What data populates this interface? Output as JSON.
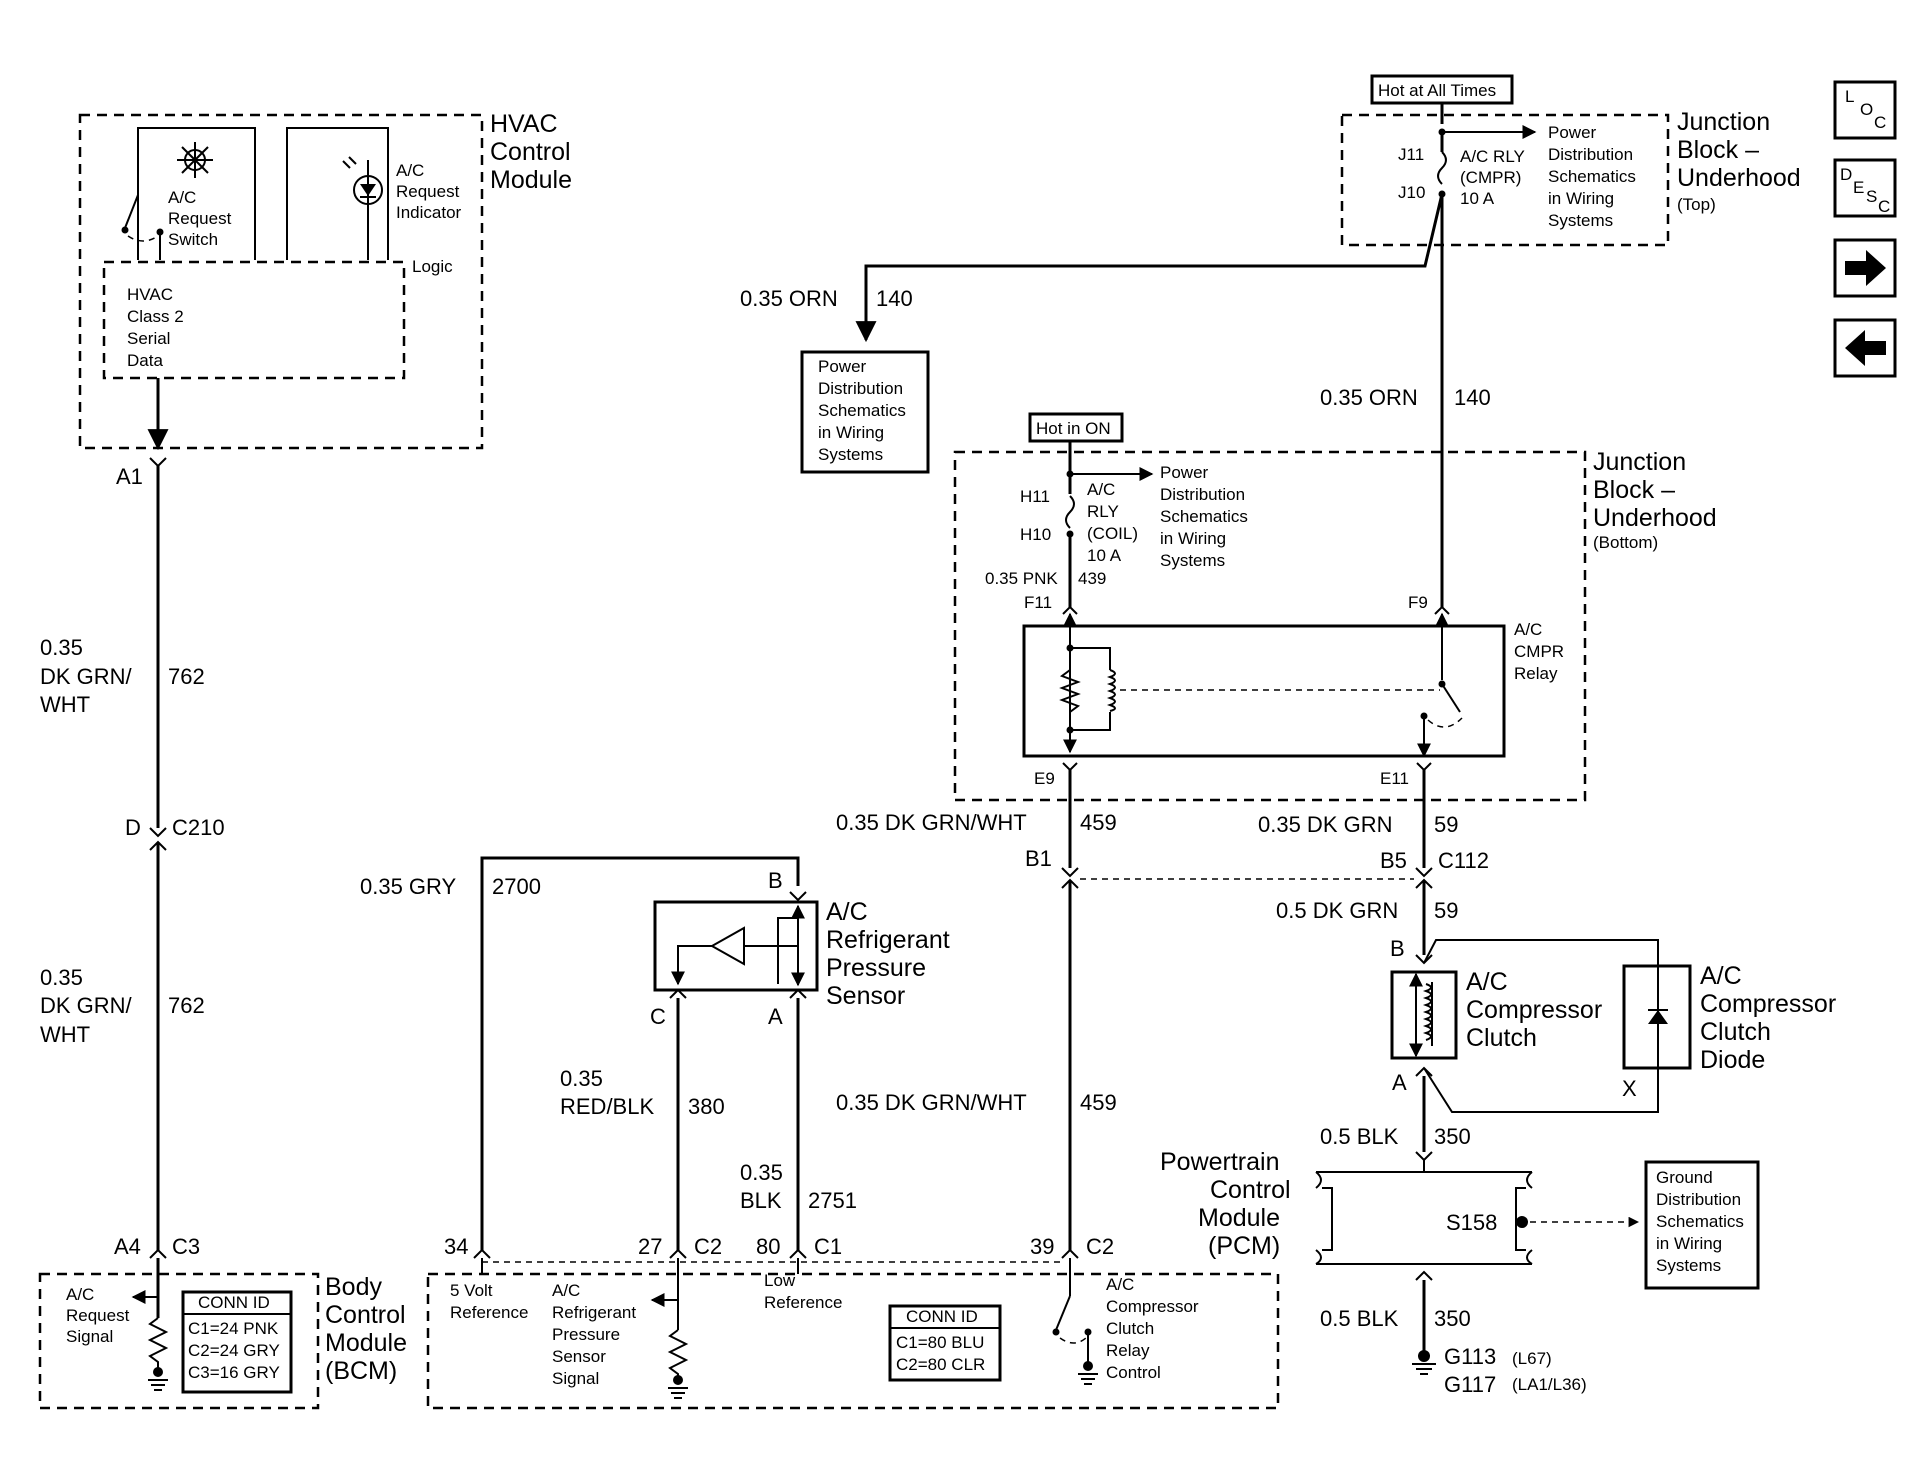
{
  "nav": {
    "loc": [
      "L",
      "O",
      "C"
    ],
    "desc": [
      "D",
      "E",
      "S",
      "C"
    ]
  },
  "hvac": {
    "title": [
      "HVAC",
      "Control",
      "Module"
    ],
    "switch_label": [
      "A/C",
      "Request",
      "Switch"
    ],
    "indicator_label": [
      "A/C",
      "Request",
      "Indicator"
    ],
    "logic": "Logic",
    "serial_label": [
      "HVAC",
      "Class 2",
      "Serial",
      "Data"
    ]
  },
  "left_wire": {
    "a1": "A1",
    "upper_label": [
      "0.35",
      "DK GRN/",
      "WHT"
    ],
    "upper_circuit": "762",
    "d_pin": "D",
    "c210": "C210",
    "lower_label": [
      "0.35",
      "DK GRN/",
      "WHT"
    ],
    "lower_circuit": "762",
    "a4": "A4",
    "c3": "C3"
  },
  "bcm": {
    "title": [
      "Body",
      "Control",
      "Module",
      "(BCM)"
    ],
    "signal": [
      "A/C",
      "Request",
      "Signal"
    ],
    "conn_id_title": "CONN ID",
    "conn_ids": [
      "C1=24 PNK",
      "C2=24 GRY",
      "C3=16 GRY"
    ]
  },
  "jb_top": {
    "hot": "Hot at All Times",
    "title": [
      "Junction",
      "Block –",
      "Underhood"
    ],
    "sub": "(Top)",
    "j11": "J11",
    "j10": "J10",
    "fuse": [
      "A/C RLY",
      "(CMPR)",
      "10 A"
    ],
    "pd": [
      "Power",
      "Distribution",
      "Schematics",
      "in Wiring",
      "Systems"
    ]
  },
  "orn_left": {
    "label": "0.35 ORN",
    "circuit": "140"
  },
  "pd_box": [
    "Power",
    "Distribution",
    "Schematics",
    "in Wiring",
    "Systems"
  ],
  "orn_right": {
    "label": "0.35 ORN",
    "circuit": "140"
  },
  "jb_bottom": {
    "hot": "Hot in ON",
    "title": [
      "Junction",
      "Block –",
      "Underhood"
    ],
    "sub": "(Bottom)",
    "h11": "H11",
    "h10": "H10",
    "fuse": [
      "A/C",
      "RLY",
      "(COIL)",
      "10 A"
    ],
    "pd": [
      "Power",
      "Distribution",
      "Schematics",
      "in Wiring",
      "Systems"
    ],
    "pnk_label": "0.35 PNK",
    "pnk_circuit": "439",
    "f11": "F11",
    "f9": "F9",
    "relay": [
      "A/C",
      "CMPR",
      "Relay"
    ],
    "e9": "E9",
    "e11": "E11"
  },
  "mid_wires": {
    "w459_top_label": "0.35 DK GRN/WHT",
    "w459_top_circuit": "459",
    "w59_top_label": "0.35 DK GRN",
    "w59_top_circuit": "59",
    "b1": "B1",
    "b5": "B5",
    "c112": "C112",
    "w59_bot_label": "0.5 DK GRN",
    "w59_bot_circuit": "59",
    "w459_bot_label": "0.35 DK GRN/WHT",
    "w459_bot_circuit": "459"
  },
  "sensor": {
    "gry_label": "0.35 GRY",
    "gry_circuit": "2700",
    "b": "B",
    "title": [
      "A/C",
      "Refrigerant",
      "Pressure",
      "Sensor"
    ],
    "c": "C",
    "a": "A",
    "red_label": [
      "0.35",
      "RED/BLK"
    ],
    "red_circuit": "380",
    "blk_label": [
      "0.35",
      "BLK"
    ],
    "blk_circuit": "2751"
  },
  "clutch": {
    "b": "B",
    "title": [
      "A/C",
      "Compressor",
      "Clutch"
    ],
    "a": "A",
    "diode_title": [
      "A/C",
      "Compressor",
      "Clutch",
      "Diode"
    ],
    "x": "X",
    "blk_label": "0.5 BLK",
    "blk_circuit": "350",
    "s158": "S158",
    "gd": [
      "Ground",
      "Distribution",
      "Schematics",
      "in Wiring",
      "Systems"
    ],
    "blk2_label": "0.5 BLK",
    "blk2_circuit": "350",
    "g113": "G113",
    "g113_sub": "(L67)",
    "g117": "G117",
    "g117_sub": "(LA1/L36)"
  },
  "pcm": {
    "title": [
      "Powertrain",
      "Control",
      "Module",
      "(PCM)"
    ],
    "pins": {
      "p34": "34",
      "p27": "27",
      "c2a": "C2",
      "p80": "80",
      "c1": "C1",
      "p39": "39",
      "c2b": "C2"
    },
    "five_volt": [
      "5 Volt",
      "Reference"
    ],
    "sensor_signal": [
      "A/C",
      "Refrigerant",
      "Pressure",
      "Sensor",
      "Signal"
    ],
    "low_ref": [
      "Low",
      "Reference"
    ],
    "conn_id_title": "CONN ID",
    "conn_ids": [
      "C1=80 BLU",
      "C2=80 CLR"
    ],
    "relay_control": [
      "A/C",
      "Compressor",
      "Clutch",
      "Relay",
      "Control"
    ]
  }
}
